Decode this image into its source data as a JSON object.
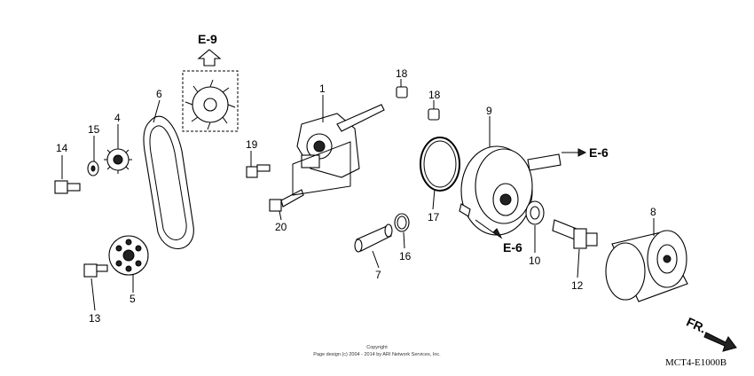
{
  "references": {
    "e9": "E-9",
    "e6_top": "E-6",
    "e6_bottom": "E-6",
    "fr": "FR."
  },
  "parts": {
    "p1": "1",
    "p4": "4",
    "p5": "5",
    "p6": "6",
    "p7": "7",
    "p8": "8",
    "p9": "9",
    "p10": "10",
    "p12": "12",
    "p13": "13",
    "p14": "14",
    "p15": "15",
    "p16": "16",
    "p17": "17",
    "p18a": "18",
    "p18b": "18",
    "p19": "19",
    "p20": "20"
  },
  "copyright": {
    "line1": "Copyright",
    "line2": "Page design (c) 2004 - 2014 by ARI Network Services, Inc."
  },
  "diagram_code": "MCT4-E1000B"
}
